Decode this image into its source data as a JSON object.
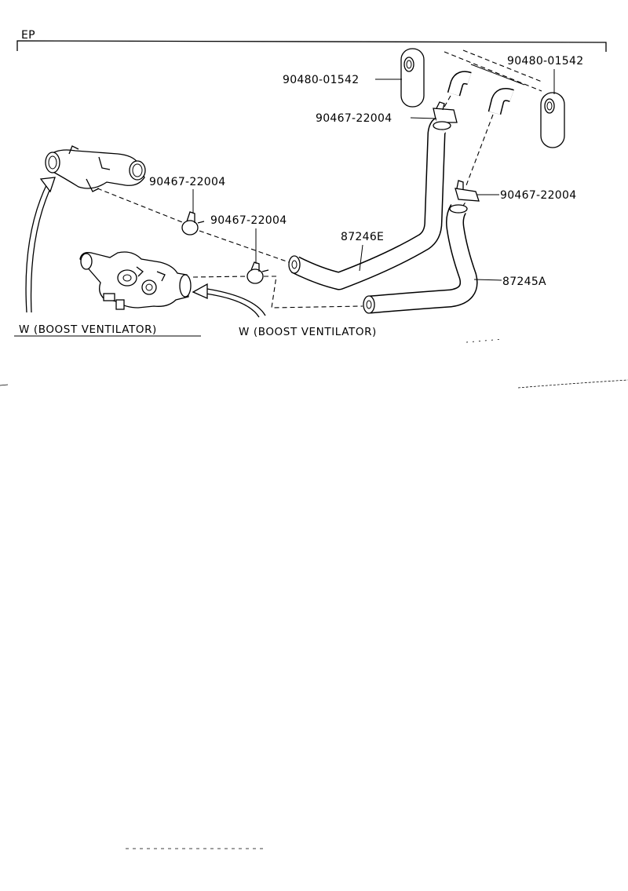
{
  "header": {
    "section_code": "EP"
  },
  "labels": {
    "grommet_upper_left": "90480-01542",
    "grommet_upper_right": "90480-01542",
    "clamp_upper": "90467-22004",
    "clamp_right": "90467-22004",
    "clamp_left_a": "90467-22004",
    "clamp_left_b": "90467-22004",
    "hose_upper": "87246E",
    "hose_lower": "87245A"
  },
  "notes": {
    "boost_ventilator_left": "W (BOOST VENTILATOR)",
    "boost_ventilator_center": "W (BOOST VENTILATOR)"
  },
  "icons": [
    "arrow-icon",
    "clamp-icon",
    "grommet-icon",
    "water-outlet-icon",
    "water-valve-icon",
    "elbow-hose-icon"
  ]
}
